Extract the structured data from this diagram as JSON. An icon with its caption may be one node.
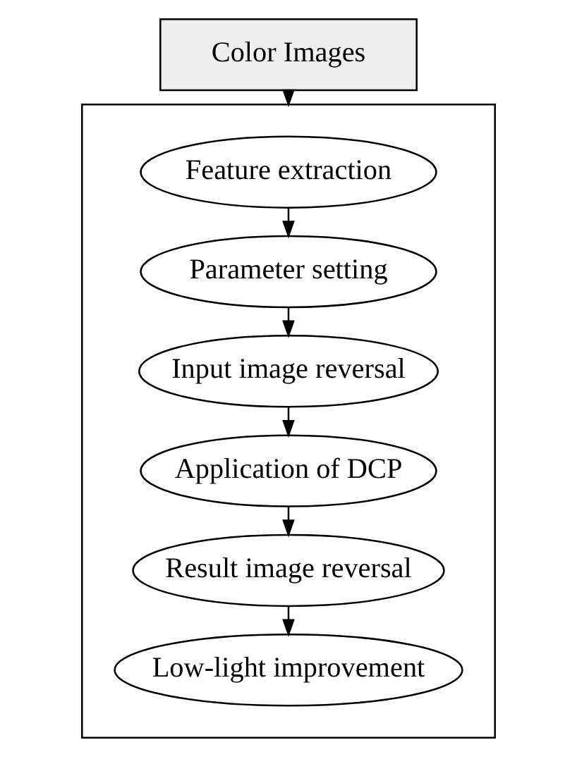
{
  "diagram": {
    "nodes": [
      {
        "text": [
          "Color Images"
        ]
      },
      {
        "text": [],
        "shape": "box"
      },
      {
        "text": [
          "Feature extraction"
        ],
        "in": 1
      },
      {
        "text": [
          "Parameter setting"
        ],
        "in": 1
      },
      {
        "text": [
          "Input image reversal"
        ],
        "in": 1
      },
      {
        "text": [
          "Application of DCP"
        ],
        "in": 1
      },
      {
        "text": [
          "Result image reversal"
        ],
        "in": 1
      },
      {
        "text": [
          "Low-light improvement"
        ],
        "in": 1
      }
    ],
    "edges": [
      {
        "from": 0,
        "to": 1,
        "arrow": "to"
      },
      {
        "from": 2,
        "to": 3,
        "arrow": "to"
      },
      {
        "from": 3,
        "to": 4,
        "arrow": "to"
      },
      {
        "from": 4,
        "to": 5,
        "arrow": "to"
      },
      {
        "from": 5,
        "to": 6,
        "arrow": "to"
      },
      {
        "from": 6,
        "to": 7,
        "arrow": "to"
      }
    ]
  }
}
